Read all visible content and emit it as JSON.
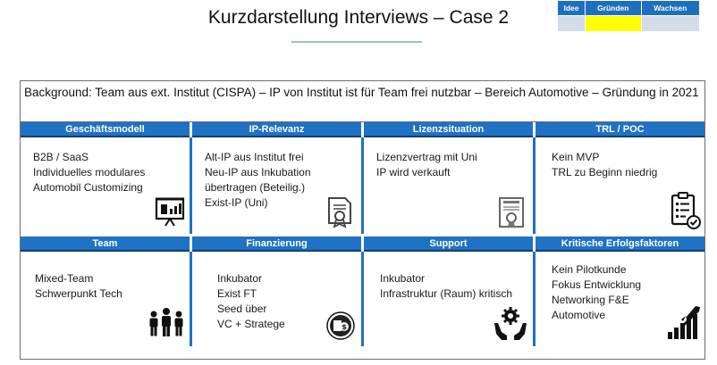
{
  "title": "Kurzdarstellung Interviews – Case 2",
  "phases": {
    "labels": [
      "Idee",
      "Gründen",
      "Wachsen"
    ],
    "active": "Gründen",
    "active_color": "#ffff00",
    "header_color": "#1f6fbf"
  },
  "background": "Background: Team aus ext. Institut (CISPA) – IP von Institut ist für Team frei nutzbar – Bereich Automotive – Gründung in 2021",
  "accent_color": "#1f72c4",
  "sections": [
    {
      "title": "Geschäftsmodell",
      "lines": [
        "B2B / SaaS",
        "Individuelles modulares",
        "Automobil Customizing"
      ],
      "icon": "presentation-chart-icon"
    },
    {
      "title": "IP-Relevanz",
      "lines": [
        "Alt-IP aus Institut frei",
        "Neu-IP aus Inkubation",
        "übertragen (Beteilig.)",
        "Exist-IP (Uni)"
      ],
      "icon": "certificate-icon"
    },
    {
      "title": "Lizenzsituation",
      "lines": [
        "Lizenzvertrag mit Uni",
        "IP wird verkauft"
      ],
      "icon": "license-document-icon"
    },
    {
      "title": "TRL / POC",
      "lines": [
        "Kein MVP",
        "TRL zu Beginn niedrig"
      ],
      "icon": "clipboard-check-icon"
    },
    {
      "title": "Team",
      "lines": [
        "Mixed-Team",
        "Schwerpunkt Tech"
      ],
      "icon": "team-people-icon"
    },
    {
      "title": "Finanzierung",
      "lines": [
        "Inkubator",
        "Exist FT",
        "Seed über",
        "VC + Stratege"
      ],
      "icon": "money-coin-icon"
    },
    {
      "title": "Support",
      "lines": [
        "Inkubator",
        "Infrastruktur (Raum) kritisch"
      ],
      "icon": "hands-gear-icon"
    },
    {
      "title": "Kritische Erfolgsfaktoren",
      "lines": [
        "Kein Pilotkunde",
        "Fokus Entwicklung",
        "Networking F&E",
        "Automotive"
      ],
      "icon": "rocket-growth-chart-icon"
    }
  ]
}
